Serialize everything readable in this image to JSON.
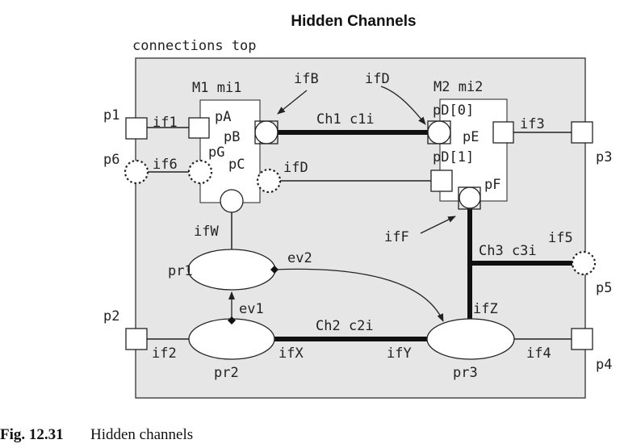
{
  "title": "Hidden Channels",
  "top_label": "connections top",
  "caption": {
    "figure": "Fig. 12.31",
    "text": "Hidden channels"
  },
  "modules": {
    "m1": "M1 mi1",
    "m2": "M2 mi2"
  },
  "processes": {
    "pr1": "pr1",
    "pr2": "pr2",
    "pr3": "pr3"
  },
  "outer_ports": {
    "p1": "p1",
    "p2": "p2",
    "p3": "p3",
    "p4": "p4",
    "p5": "p5",
    "p6": "p6"
  },
  "inner_ports": {
    "pA": "pA",
    "pB": "pB",
    "pC": "pC",
    "pG": "pG",
    "pD0": "pD[0]",
    "pD1": "pD[1]",
    "pE": "pE",
    "pF": "pF"
  },
  "interfaces": {
    "if1": "if1",
    "if2": "if2",
    "if3": "if3",
    "if4": "if4",
    "if5": "if5",
    "if6": "if6",
    "ifB": "ifB",
    "ifD_top": "ifD",
    "ifD_mid": "ifD",
    "ifF": "ifF",
    "ifW": "ifW",
    "ifX": "ifX",
    "ifY": "ifY",
    "ifZ": "ifZ"
  },
  "channels": {
    "ch1": "Ch1 c1i",
    "ch2": "Ch2 c2i",
    "ch3": "Ch3 c3i"
  },
  "events": {
    "ev1": "ev1",
    "ev2": "ev2"
  },
  "colors": {
    "background_box": "#e6e6e6",
    "stroke": "#222222",
    "white": "#ffffff"
  }
}
